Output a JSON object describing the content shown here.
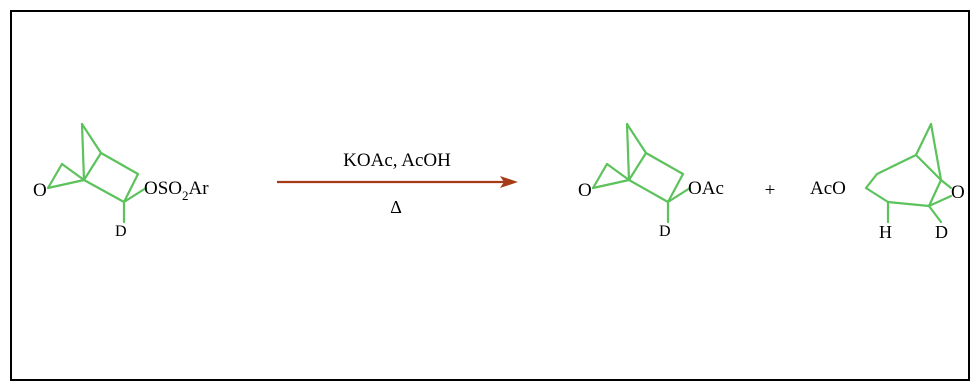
{
  "colors": {
    "bond": "#5cc25c",
    "arrow": "#a63a17",
    "border": "#000000",
    "text": "#000000"
  },
  "reactant": {
    "ring_oxygen": "O",
    "leaving_group_prefix": "OSO",
    "leaving_group_subscript": "2",
    "leaving_group_suffix": "Ar",
    "deuterium": "D"
  },
  "conditions": {
    "reagents": "KOAc, AcOH",
    "heat": "Δ"
  },
  "product_1": {
    "ring_oxygen": "O",
    "substituent": "OAc",
    "deuterium": "D"
  },
  "plus_sign": "+",
  "product_2": {
    "substituent": "AcO",
    "ring_oxygen": "O",
    "hydrogen": "H",
    "deuterium": "D"
  }
}
